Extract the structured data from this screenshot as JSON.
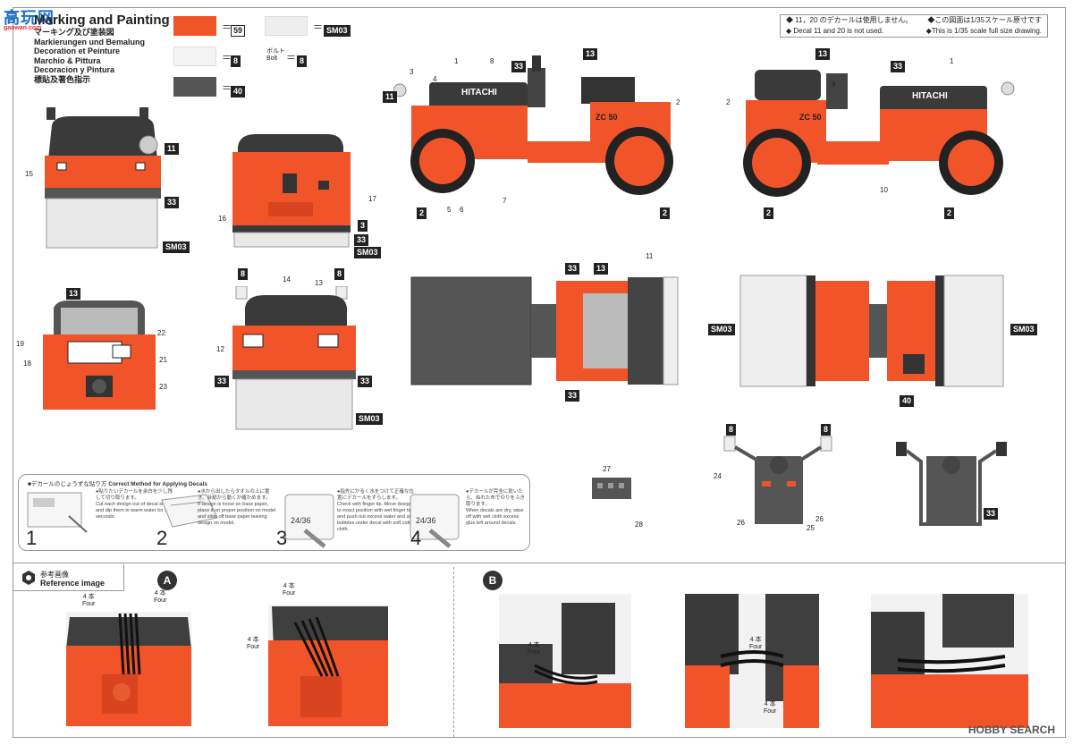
{
  "logo": {
    "text": "高玩网"
  },
  "header": {
    "title": "Marking and Painting",
    "subtitles": [
      "マーキング及び塗装図",
      "Markierungen und Bemalung",
      "Decoration et Peinture",
      "Marchio & Pittura",
      "Decoracion y Pintura",
      "標貼及著色指示"
    ]
  },
  "colors": {
    "orange": "#f2542a",
    "white": "#f4f4f4",
    "gray": "#555555",
    "light": "#eeeeee",
    "dark": "#3a3a3a",
    "cover": "#e9e9e9"
  },
  "legend": {
    "c59": "59",
    "c8": "8",
    "c40": "40",
    "sm03": "SM03",
    "bolt_jp": "ボルト",
    "bolt_en": "Bolt",
    "eq": "＝"
  },
  "notes": {
    "jp1": "◆ 11，20 のデカールは使用しません。",
    "jp2": "◆この図面は1/35スケール原寸です",
    "en1": "◆ Decal 11 and 20 is not used.",
    "en2": "◆This is 1/35 scale full size drawing."
  },
  "callouts": {
    "n1": "1",
    "n2": "2",
    "n3": "3",
    "n4": "4",
    "n5": "5",
    "n6": "6",
    "n7": "7",
    "n8": "8",
    "n9": "9",
    "n10": "10",
    "n11": "11",
    "n12": "12",
    "n13": "13",
    "n14": "14",
    "n15": "15",
    "n16": "16",
    "n17": "17",
    "n18": "18",
    "n19": "19",
    "n21": "21",
    "n22": "22",
    "n23": "23",
    "n24": "24",
    "n25": "25",
    "n26": "26",
    "n27": "27",
    "n28": "28",
    "n33": "33",
    "sm03": "SM03",
    "c40": "40",
    "c8": "8",
    "c3": "3",
    "c2": "2",
    "c11": "11",
    "c13": "13",
    "brand": "HITACHI",
    "model": "ZC 50"
  },
  "instructions": {
    "head_jp": "■デカールのじょうずな貼り方",
    "head_en": "Correct Method for Applying Decals",
    "steps": [
      {
        "num": "1",
        "jp": "●貼りたいデカールを余白を少し残して切り取ります。",
        "en": "Cut each design out of decal sheet and dip them in warm water for 20 seconds."
      },
      {
        "num": "2",
        "jp": "●水から出したらタオルの上に置き、台紙から動くか確かめます。",
        "en": "If design is loose on base paper, place it on proper position on model and slide off base paper leaving design on model."
      },
      {
        "num": "3",
        "jp": "●指先にかるく水をつけて正確な位置にデカールをずらします。",
        "en": "Check with finger tip. Move design to exact position with wet finger tip and push out excess water and air bubbles under decal with soft cotton cloth."
      },
      {
        "num": "4",
        "jp": "●デカールが完全に乾いたら、ぬれた布でのりをふき取ります。",
        "en": "When decals are dry, wipe off with wet cloth excess glue left around decals."
      }
    ],
    "card": "24/36"
  },
  "reference": {
    "jp": "参考画像",
    "en": "Reference image",
    "a": "A",
    "b": "B",
    "four_jp": "4 本",
    "four_en": "Four"
  },
  "watermark": "HOBBY SEARCH"
}
